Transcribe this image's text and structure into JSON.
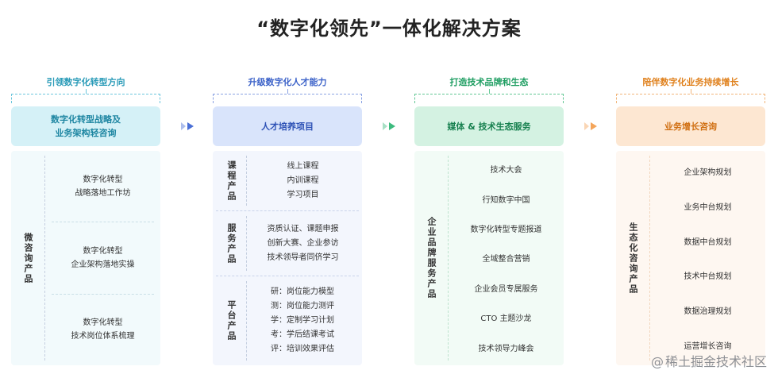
{
  "title": "“数字化领先”一体化解决方案",
  "columns": [
    {
      "subtitle": "引领数字化转型方向",
      "header": "数字化转型战略及\n业务架构轻咨询",
      "side_label": "微咨询产品",
      "items": [
        "数字化转型\n战略落地工作坊",
        "数字化转型\n企业架构落地实操",
        "数字化转型\n技术岗位体系梳理"
      ]
    },
    {
      "subtitle": "升级数字化人才能力",
      "header": "人才培养项目",
      "groups": [
        {
          "label": "课程产品",
          "lines": [
            "线上课程",
            "内训课程",
            "学习项目"
          ]
        },
        {
          "label": "服务产品",
          "lines": [
            "资质认证、课题申报",
            "创新大赛、企业参访",
            "技术领导者同侪学习"
          ]
        },
        {
          "label": "平台产品",
          "lines": [
            "研：岗位能力模型",
            "测：岗位能力测评",
            "学：定制学习计划",
            "考：学后结课考试",
            "评：培训效果评估"
          ]
        }
      ]
    },
    {
      "subtitle": "打造技术品牌和生态",
      "header": "媒体 & 技术生态服务",
      "side_label": "企业品牌服务产品",
      "items": [
        "技术大会",
        "行知数字中国",
        "数字化转型专题报道",
        "全域整合营销",
        "企业会员专属服务",
        "CTO 主题沙龙",
        "技术领导力峰会"
      ]
    },
    {
      "subtitle": "陪伴数字化业务持续增长",
      "header": "业务增长咨询",
      "side_label": "生态化咨询产品",
      "items": [
        "企业架构规划",
        "业务中台规划",
        "数据中台规划",
        "技术中台规划",
        "数据治理规划",
        "运营增长咨询"
      ]
    }
  ],
  "arrows": {
    "icon": "double-chevron-right-icon",
    "colors": [
      "#4a6fd6",
      "#3dbb7e",
      "#f4a55a"
    ]
  },
  "watermark": "稀土掘金技术社区"
}
